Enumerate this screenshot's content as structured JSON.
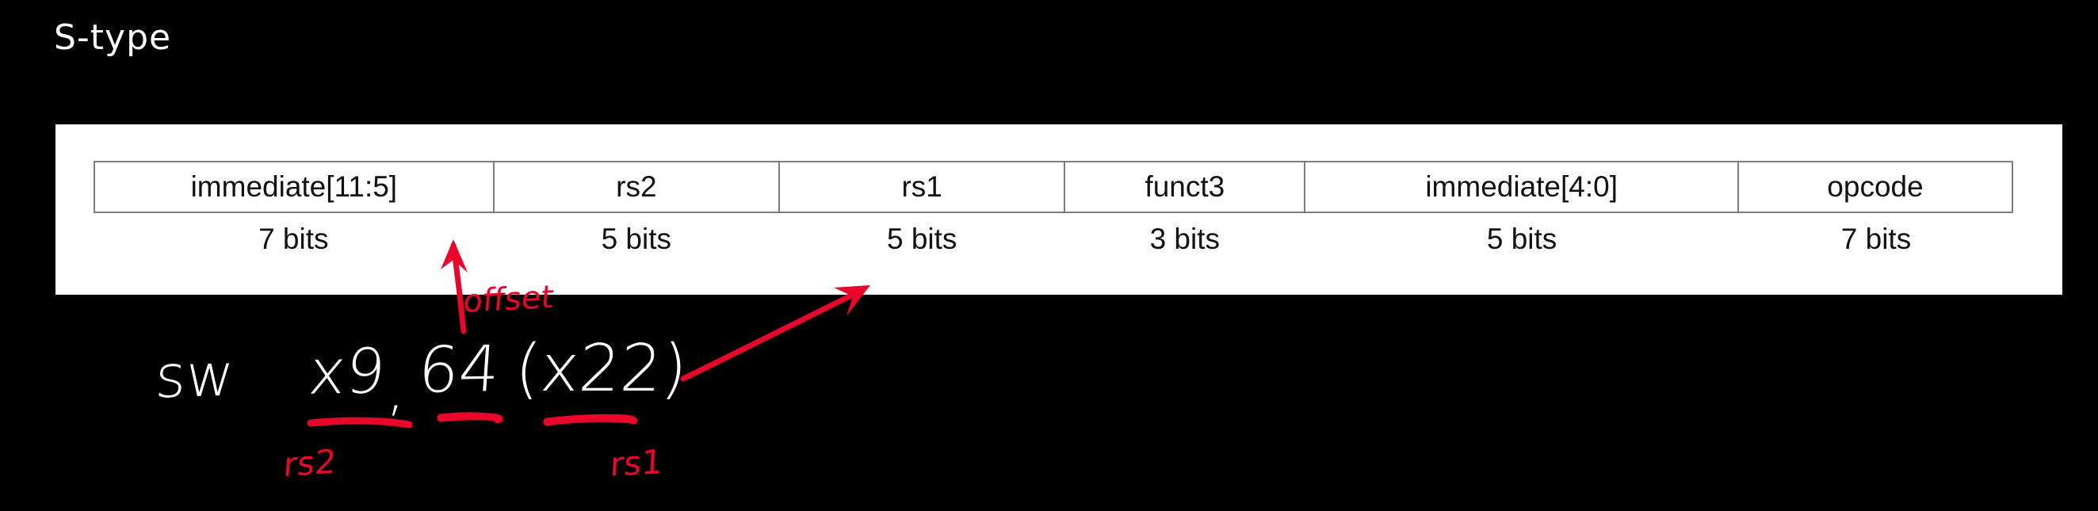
{
  "page": {
    "title": "S-type",
    "background_color": "#000000",
    "panel_color": "#ffffff",
    "annotation_color": "#e8062a",
    "handwriting_color": "#ffffff"
  },
  "instruction_format": {
    "name": "S-type",
    "total_bits": 32,
    "fields": [
      {
        "label": "immediate[11:5]",
        "bits": "7 bits",
        "width": 7
      },
      {
        "label": "rs2",
        "bits": "5 bits",
        "width": 5
      },
      {
        "label": "rs1",
        "bits": "5 bits",
        "width": 5
      },
      {
        "label": "funct3",
        "bits": "3 bits",
        "width": 3
      },
      {
        "label": "immediate[4:0]",
        "bits": "5 bits",
        "width": 5
      },
      {
        "label": "opcode",
        "bits": "7 bits",
        "width": 7
      }
    ]
  },
  "handwritten_example": {
    "mnemonic": "sw",
    "rs2_operand": "x9",
    "comma": ",",
    "offset_operand": "64",
    "base_operand": "(x22)",
    "full_text": "sw x9, 64(x22)"
  },
  "annotations": {
    "offset_label": "offset",
    "rs2_label": "rs2",
    "rs1_label": "rs1",
    "arrows": [
      {
        "name": "offset-arrow",
        "from": "offset label",
        "to": "immediate[11:5] field"
      },
      {
        "name": "rs1-arrow",
        "from": "x22 operand",
        "to": "rs1 field"
      }
    ]
  }
}
